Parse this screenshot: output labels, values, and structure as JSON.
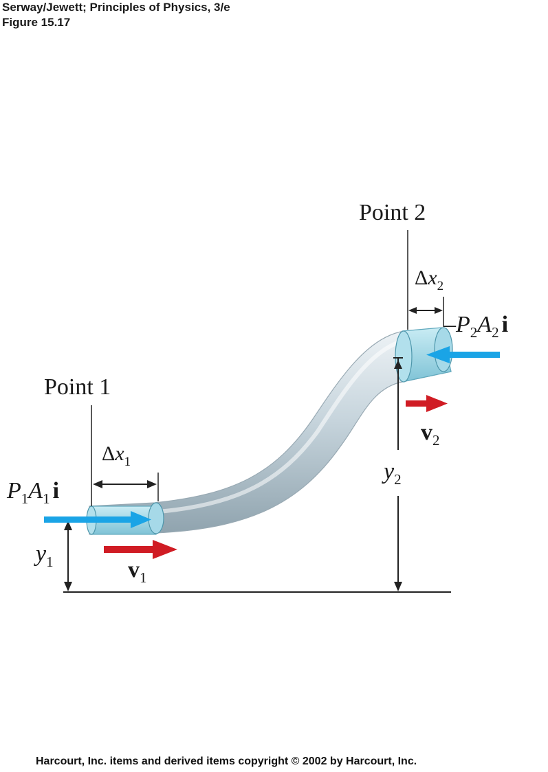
{
  "header": {
    "line1": "Serway/Jewett; Principles of Physics, 3/e",
    "line2": "Figure 15.17"
  },
  "labels": {
    "point1": "Point 1",
    "point2": "Point 2",
    "dx1": {
      "delta": "Δ",
      "var": "x",
      "sub": "1"
    },
    "dx2": {
      "delta": "Δ",
      "var": "x",
      "sub": "2"
    },
    "force1": {
      "p": "P",
      "p_sub": "1",
      "a": "A",
      "a_sub": "1",
      "vec": "i"
    },
    "force2": {
      "minus": "–",
      "p": "P",
      "p_sub": "2",
      "a": "A",
      "a_sub": "2",
      "vec": "i"
    },
    "v1": {
      "var": "v",
      "sub": "1"
    },
    "v2": {
      "var": "v",
      "sub": "2"
    },
    "y1": {
      "var": "y",
      "sub": "1"
    },
    "y2": {
      "var": "y",
      "sub": "2"
    }
  },
  "colors": {
    "pipe": "#c6d6de",
    "fluid_segment": "#9ed4e3",
    "force_arrow": "#1aa4e6",
    "velocity_arrow": "#d01c24",
    "line": "#1a1a1a"
  },
  "footer": "Harcourt, Inc. items and derived items copyright © 2002 by Harcourt, Inc."
}
